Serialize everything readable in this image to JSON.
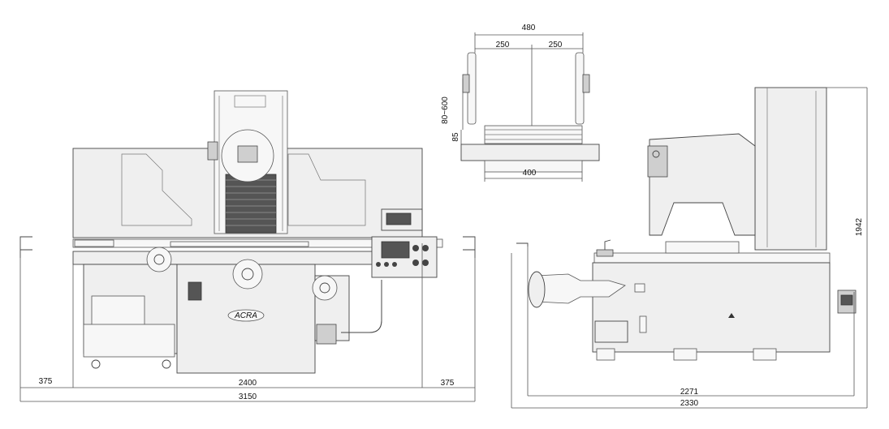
{
  "front_view": {
    "dim_left": "375",
    "dim_center": "2400",
    "dim_right": "375",
    "dim_total": "3150",
    "logo_text": "ACRA"
  },
  "wheel_detail": {
    "dim_top": "480",
    "dim_half_left": "250",
    "dim_half_right": "250",
    "dim_range": "80~600",
    "dim_offset": "85",
    "dim_bottom": "400"
  },
  "side_view": {
    "dim_height": "1942",
    "dim_inner_width": "2271",
    "dim_total_width": "2330"
  }
}
